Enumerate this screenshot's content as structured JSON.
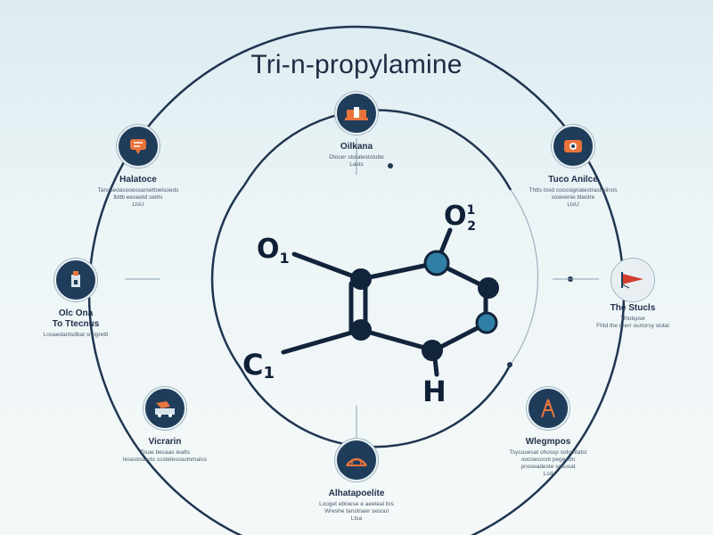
{
  "title": "Tri-n-propylamine",
  "molecule": {
    "atoms": {
      "o1": {
        "label": "O",
        "sub": "1"
      },
      "o2": {
        "label": "O",
        "sub": "1",
        "sub2": "2"
      },
      "c1": {
        "label": "C",
        "sub": "1"
      },
      "h": {
        "label": "H"
      }
    }
  },
  "nodes": [
    {
      "id": "top",
      "label": "Oilkana",
      "desc": [
        "Dtocer stotatestolutte",
        "Lasts"
      ],
      "icon": "hardhat-icon"
    },
    {
      "id": "top-right",
      "label": "Tuco Anilce",
      "desc": [
        "Thtts tosd cocosigriatestrast slirsis",
        "sowvenie titeotre",
        "LtsU"
      ],
      "icon": "panel-icon"
    },
    {
      "id": "right",
      "label": "The Stucls",
      "desc": [
        "Tlholquwr",
        "Fhtd the reerr ourtorsy slotal"
      ],
      "icon": "flag-icon"
    },
    {
      "id": "bottom-right",
      "label": "Wlegmpos",
      "desc": [
        "Tsycuuesat ohossp sotoeitatst",
        "oocoeccont pegeedn",
        "pnsseadeste sosusat",
        "Lsd"
      ],
      "icon": "tower-icon"
    },
    {
      "id": "bottom",
      "label": "Alhatapoelite",
      "desc": [
        "Looget ebloese e aeeteal brs",
        "Wreshe tanstnaer sesoul",
        "Ltsa"
      ],
      "icon": "bridge-icon"
    },
    {
      "id": "bottom-left",
      "label": "Vicrarin",
      "desc": [
        "Tisue becaas teatls",
        "lesestouscto ssstelesssutnmaiss"
      ],
      "icon": "truck-icon"
    },
    {
      "id": "left",
      "label": "Olc Ona\nTo Ttecnus",
      "desc": [
        "Losaedantsdbat srsigrettl"
      ],
      "icon": "gauge-icon"
    },
    {
      "id": "top-left",
      "label": "Halatoce",
      "desc": [
        "Tansseoasooessarsettoeisoeds",
        "Ibttb eeoeetd setrls",
        "LtsU"
      ],
      "icon": "speech-bubble-icon"
    }
  ],
  "colors": {
    "navy": "#1f3d5a",
    "orange": "#e8743b",
    "teal": "#2f7fa6",
    "ink": "#0f2036"
  }
}
